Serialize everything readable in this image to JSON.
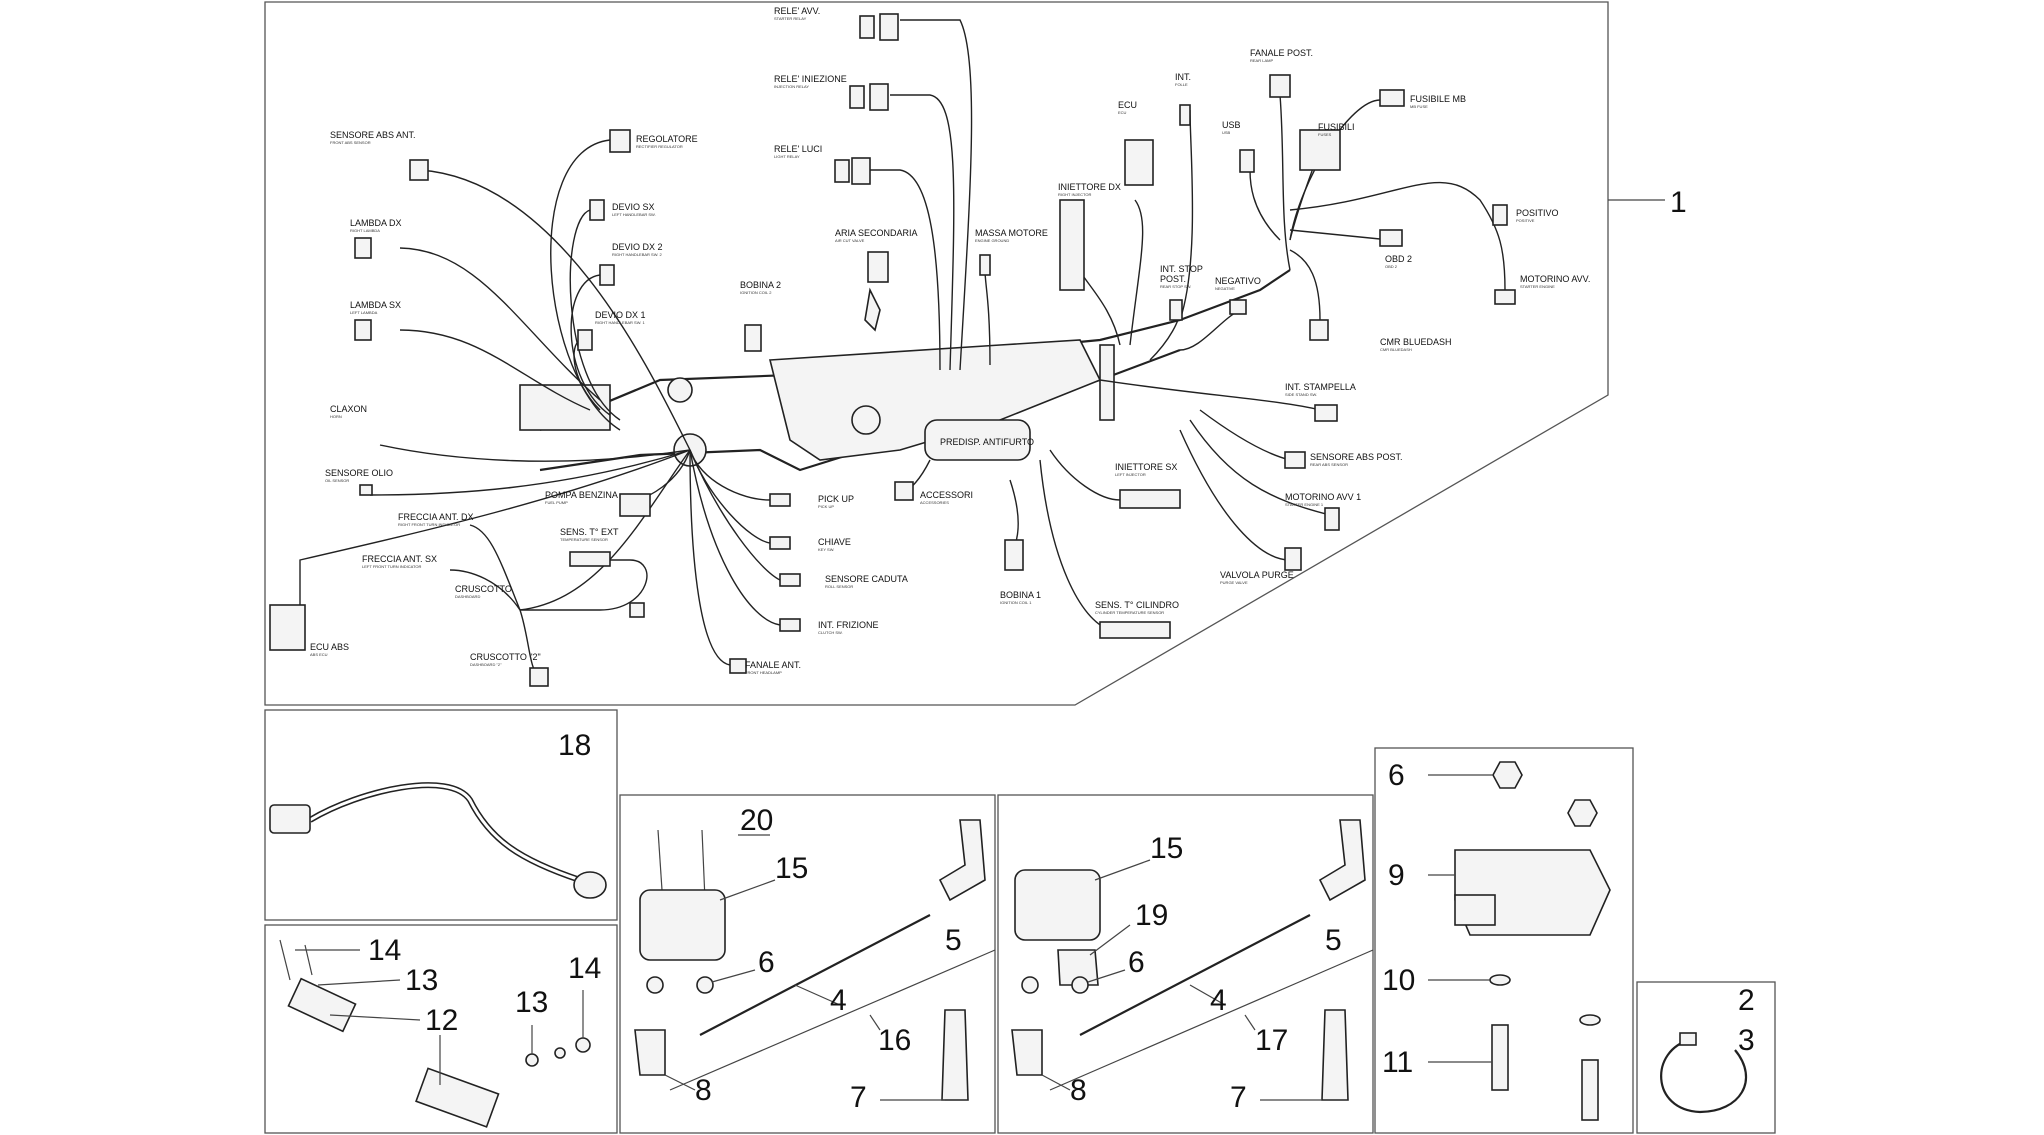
{
  "harness_labels": {
    "rele_avv": "RELE' AVV.",
    "rele_avv_sub": "STARTER RELAY",
    "rele_iniezione": "RELE' INIEZIONE",
    "rele_iniezione_sub": "INJECTION RELAY",
    "rele_luci": "RELE' LUCI",
    "rele_luci_sub": "LIGHT RELAY",
    "aria_secondaria": "ARIA SECONDARIA",
    "aria_secondaria_sub": "AIR CUT VALVE",
    "massa_motore": "MASSA MOTORE",
    "massa_motore_sub": "ENGINE GROUND",
    "ecu": "ECU",
    "ecu_sub": "ECU",
    "iniettore_dx": "INIETTORE DX",
    "iniettore_dx_sub": "RIGHT INJECTOR",
    "int_folle": "INT.",
    "int_folle_sub": "FOLLE",
    "fanale_post": "FANALE POST.",
    "fanale_post_sub": "REAR LAMP",
    "fusibile_mb": "FUSIBILE MB",
    "fusibile_mb_sub": "MB FUSE",
    "usb": "USB",
    "usb_sub": "USB",
    "fusibili": "FUSIBILI",
    "fusibili_sub": "FUSES",
    "positivo": "POSITIVO",
    "positivo_sub": "POSITIVE",
    "obd2": "OBD 2",
    "obd2_sub": "OBD 2",
    "motorino_avv": "MOTORINO AVV.",
    "motorino_avv_sub": "STARTER ENGINE",
    "int_stop_post": "INT. STOP",
    "int_stop_post2": "POST.",
    "int_stop_post_sub": "REAR STOP SW.",
    "negativo": "NEGATIVO",
    "negativo_sub": "NEGATIVE",
    "cmr_bluedash": "CMR BLUEDASH",
    "cmr_bluedash_sub": "CMR BLUEDASH",
    "int_stampella": "INT. STAMPELLA",
    "int_stampella_sub": "SIDE STAND SW.",
    "sensore_abs_post": "SENSORE ABS POST.",
    "sensore_abs_post_sub": "REAR ABS SENSOR",
    "motorino_avv2": "MOTORINO AVV 1",
    "motorino_avv2_sub": "STARTER ENGINE 1",
    "valvola_purge": "VALVOLA PURGE",
    "valvola_purge_sub": "PURGE VALVE",
    "iniettore_sx": "INIETTORE SX",
    "iniettore_sx_sub": "LEFT INJECTOR",
    "sens_cilindro": "SENS. T° CILINDRO",
    "sens_cilindro_sub": "CYLINDER TEMPERATURE SENSOR",
    "bobina_1": "BOBINA 1",
    "bobina_1_sub": "IGNITION COIL 1",
    "bobina_2": "BOBINA 2",
    "bobina_2_sub": "IGNITION COIL 2",
    "predisp_antifurto": "PREDISP. ANTIFURTO",
    "accessori": "ACCESSORI",
    "accessori_sub": "ACCESSORIES",
    "sensore_abs_ant": "SENSORE ABS ANT.",
    "sensore_abs_ant_sub": "FRONT ABS SENSOR",
    "regolatore": "REGOLATORE",
    "regolatore_sub": "RECTIFIER REGULATOR",
    "devio_sx": "DEVIO SX",
    "devio_sx_sub": "LEFT HANDLEBAR SW.",
    "devio_dx_2": "DEVIO DX 2",
    "devio_dx_2_sub": "RIGHT HANDLEBAR SW. 2",
    "devio_dx_1": "DEVIO DX 1",
    "devio_dx_1_sub": "RIGHT HANDLEBAR SW. 1",
    "lambda_dx": "LAMBDA DX",
    "lambda_dx_sub": "RIGHT LAMBDA",
    "lambda_sx": "LAMBDA SX",
    "lambda_sx_sub": "LEFT LAMBDA",
    "claxon": "CLAXON",
    "claxon_sub": "HORN",
    "sensore_olio": "SENSORE OLIO",
    "sensore_olio_sub": "OIL SENSOR",
    "pompa_benzina": "POMPA BENZINA",
    "pompa_benzina_sub": "FUEL PUMP",
    "pick_up": "PICK UP",
    "pick_up_sub": "PICK UP",
    "chiave": "CHIAVE",
    "chiave_sub": "KEY SW.",
    "sensore_caduta": "SENSORE CADUTA",
    "sensore_caduta_sub": "ROLL SENSOR",
    "int_frizione": "INT. FRIZIONE",
    "int_frizione_sub": "CLUTCH SW.",
    "fanale_ant": "FANALE ANT.",
    "fanale_ant_sub": "FRONT HEADLAMP",
    "freccia_ant_dx": "FRECCIA ANT. DX",
    "freccia_ant_dx_sub": "RIGHT FRONT TURN INDICATOR",
    "freccia_ant_sx": "FRECCIA ANT. SX",
    "freccia_ant_sx_sub": "LEFT FRONT TURN INDICATOR",
    "sens_ext": "SENS. T° EXT",
    "sens_ext_sub": "TEMPERATURE SENSOR",
    "cruscotto": "CRUSCOTTO",
    "cruscotto_sub": "DASHBOARD",
    "cruscotto_2": "CRUSCOTTO \"2\"",
    "cruscotto_2_sub": "DASHBOARD \"2\"",
    "ecu_abs": "ECU ABS",
    "ecu_abs_sub": "ABS ECU"
  },
  "callouts": {
    "n1": "1",
    "n2": "2",
    "n3": "3",
    "n4a": "4",
    "n4b": "4",
    "n5a": "5",
    "n5b": "5",
    "n6a": "6",
    "n6b": "6",
    "n6c": "6",
    "n7a": "7",
    "n7b": "7",
    "n8a": "8",
    "n8b": "8",
    "n9": "9",
    "n10": "10",
    "n11": "11",
    "n12": "12",
    "n13a": "13",
    "n13b": "13",
    "n14a": "14",
    "n14b": "14",
    "n15a": "15",
    "n15b": "15",
    "n16": "16",
    "n17": "17",
    "n18": "18",
    "n19": "19",
    "n20": "20"
  },
  "colors": {
    "line": "#222222",
    "frame": "#555555",
    "background": "#ffffff"
  }
}
